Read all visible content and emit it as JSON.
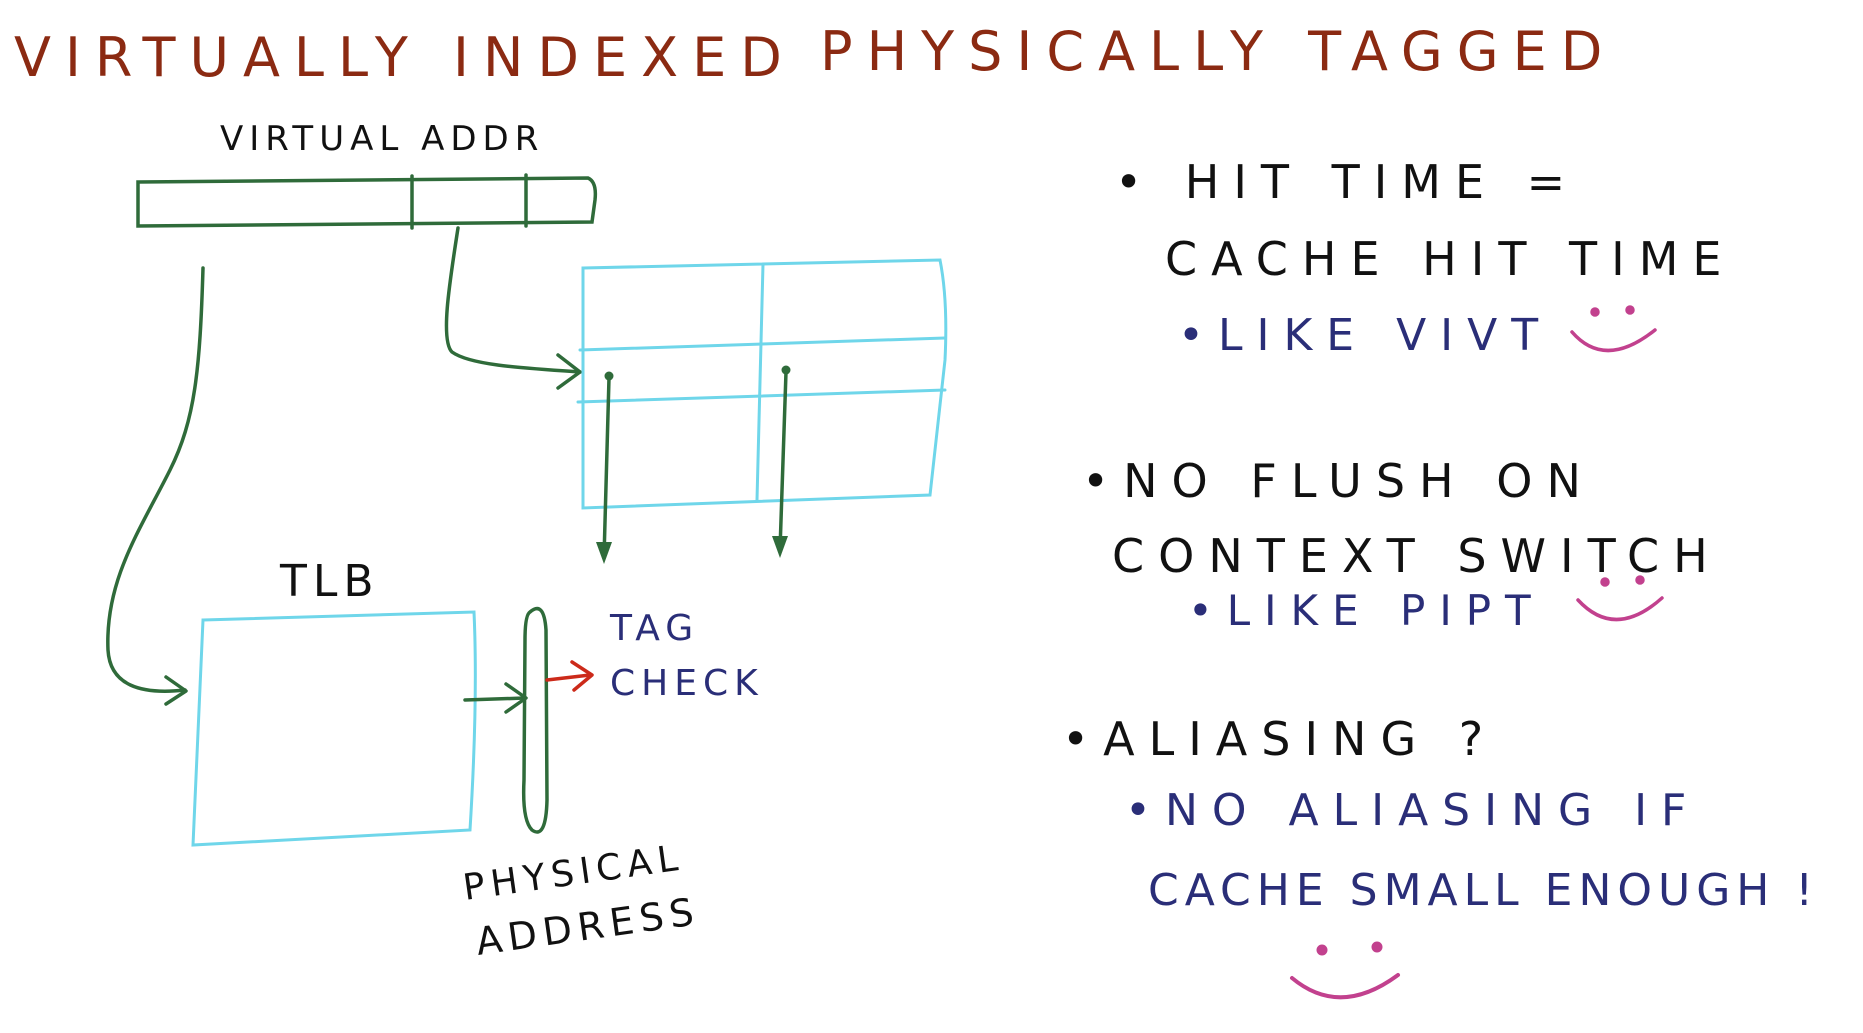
{
  "title": {
    "left": "VIRTUALLY INDEXED",
    "right": "PHYSICALLY TAGGED"
  },
  "diagram": {
    "virtual_addr_label": "VIRTUAL ADDR",
    "tlb_label": "TLB",
    "tag_check_line1": "TAG",
    "tag_check_line2": "CHECK",
    "physical_address_line1": "PHYSICAL",
    "physical_address_line2": "ADDRESS"
  },
  "notes": {
    "hit_time_line1": "• HIT TIME =",
    "hit_time_line2": "CACHE HIT TIME",
    "hit_time_sub": "•LIKE VIVT",
    "no_flush_line1": "•NO FLUSH ON",
    "no_flush_line2": "CONTEXT SWITCH",
    "no_flush_sub": "•LIKE PIPT",
    "aliasing_line1": "•ALIASING ?",
    "aliasing_sub1": "•NO ALIASING IF",
    "aliasing_sub2": "CACHE SMALL ENOUGH !"
  },
  "colors": {
    "title": "#8b2a12",
    "ink_black": "#111111",
    "ink_green": "#2f6b3a",
    "ink_cyan": "#6fd6ea",
    "ink_blue": "#2a2e78",
    "ink_red": "#cc2a1a",
    "ink_pink": "#c2418e"
  }
}
